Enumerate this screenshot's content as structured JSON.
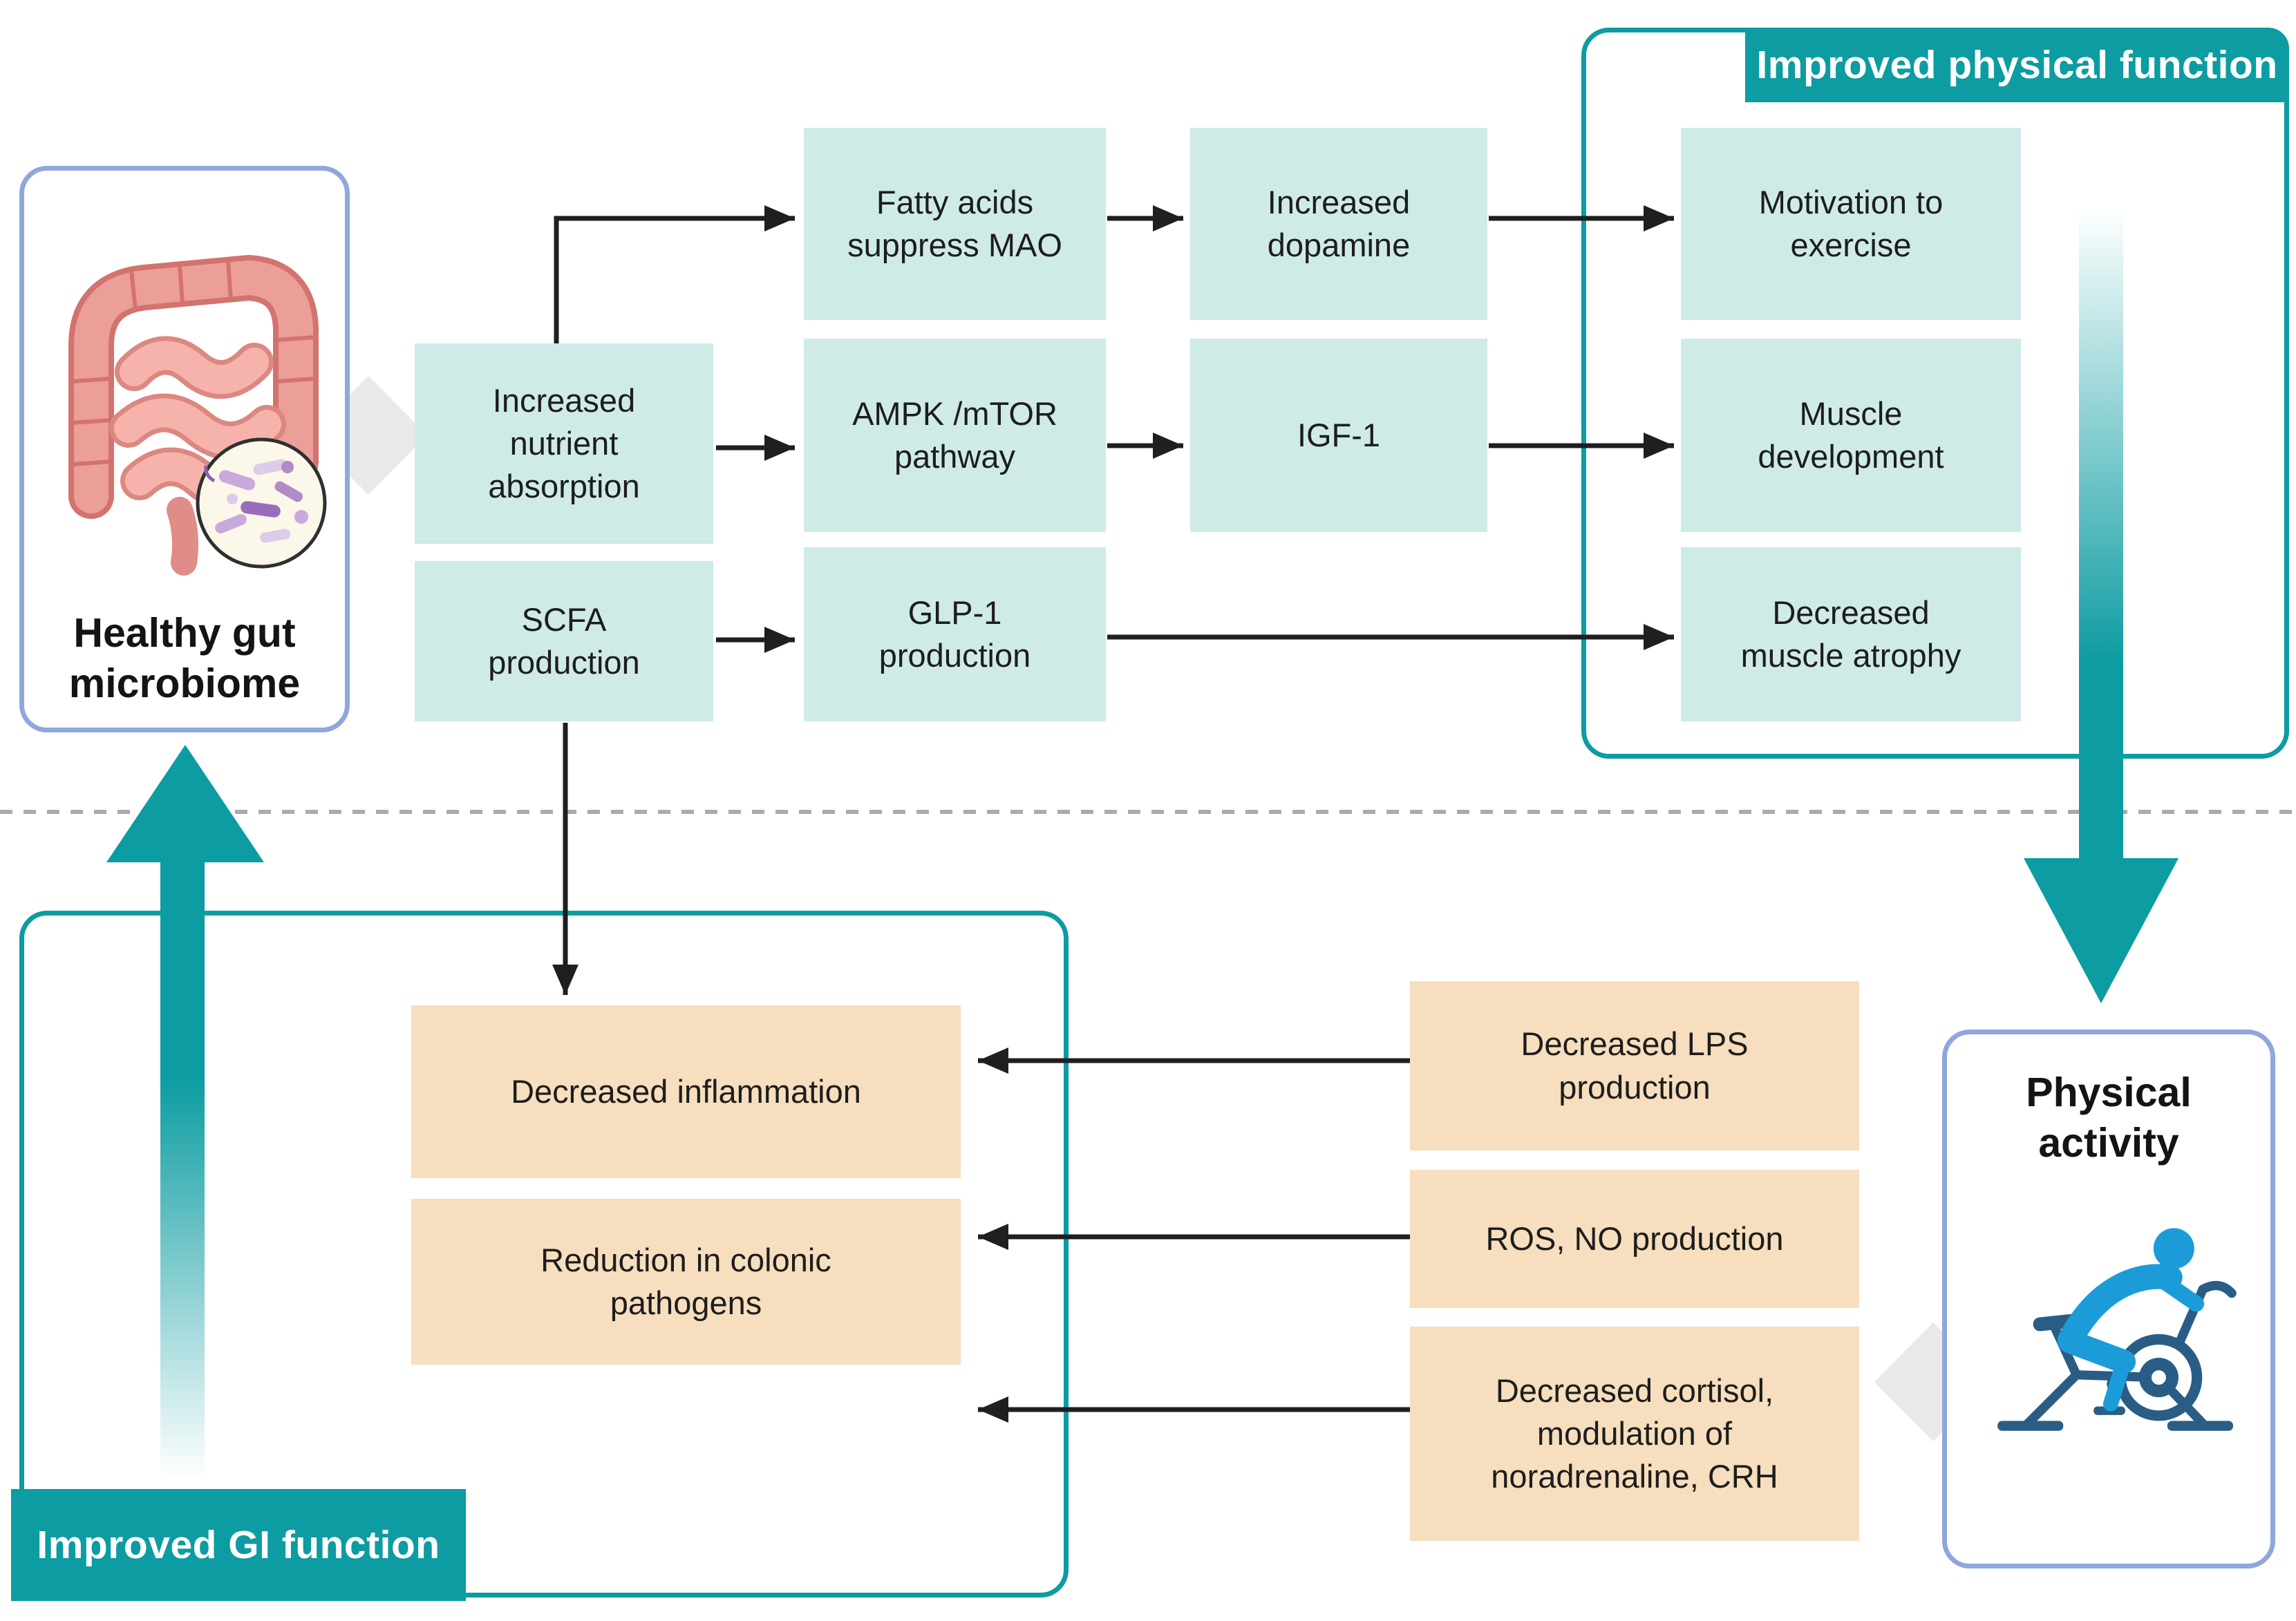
{
  "sections": {
    "improved_physical_function": "Improved physical function",
    "improved_gi_function": "Improved GI function"
  },
  "nodes": {
    "healthy_gut": "Healthy gut\nmicrobiome",
    "physical_activity": "Physical\nactivity",
    "increased_nutrient_absorption": "Increased\nnutrient\nabsorption",
    "scfa_production": "SCFA\nproduction",
    "fatty_acids_suppress_mao": "Fatty acids\nsuppress MAO",
    "ampk_mtor_pathway": "AMPK /mTOR\npathway",
    "glp1_production": "GLP-1\nproduction",
    "increased_dopamine": "Increased\ndopamine",
    "igf_1": "IGF-1",
    "motivation_to_exercise": "Motivation to\nexercise",
    "muscle_development": "Muscle\ndevelopment",
    "decreased_muscle_atrophy": "Decreased\nmuscle atrophy",
    "decreased_inflammation": "Decreased inflammation",
    "reduction_in_colonic_pathogens": "Reduction in colonic\npathogens",
    "decreased_lps_production": "Decreased LPS\nproduction",
    "ros_no_production": "ROS, NO production",
    "decreased_cortisol": "Decreased cortisol,\nmodulation of\nnoradrenaline, CRH"
  },
  "colors": {
    "teal_accent": "#0C9CA1",
    "mint_box": "#CFEBE7",
    "peach_box": "#F6DEBE",
    "blue_card_border": "#8FA7DB",
    "black_arrow": "#1F1F1F",
    "dashed_divider": "#ABABAB",
    "chevron_gray": "#E9E9E9",
    "cyclist_person_blue": "#1B9CD8",
    "cyclist_bike_blue": "#2A5D86"
  }
}
